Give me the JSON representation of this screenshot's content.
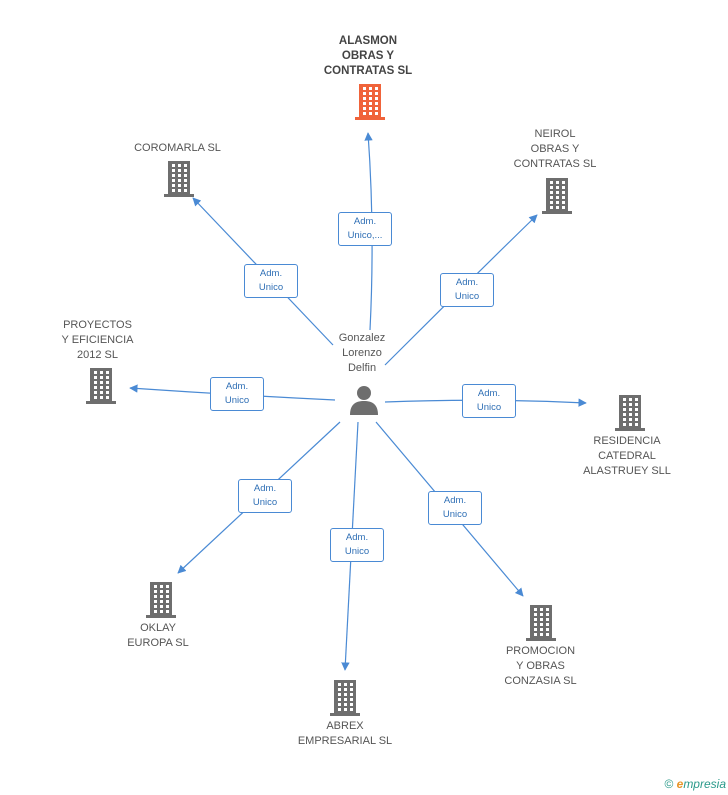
{
  "center": {
    "name": "Gonzalez\nLorenzo\nDelfin"
  },
  "companies": [
    {
      "id": "alasmon",
      "name": "ALASMON\nOBRAS Y\nCONTRATAS SL",
      "highlight": true,
      "edge_label": "Adm.\nUnico,..."
    },
    {
      "id": "coromarla",
      "name": "COROMARLA SL",
      "highlight": false,
      "edge_label": "Adm.\nUnico"
    },
    {
      "id": "neirol",
      "name": "NEIROL\nOBRAS Y\nCONTRATAS SL",
      "highlight": false,
      "edge_label": "Adm.\nUnico"
    },
    {
      "id": "proyectos",
      "name": "PROYECTOS\nY EFICIENCIA\n2012 SL",
      "highlight": false,
      "edge_label": "Adm.\nUnico"
    },
    {
      "id": "residencia",
      "name": "RESIDENCIA\nCATEDRAL\nALASTRUEY SLL",
      "highlight": false,
      "edge_label": "Adm.\nUnico"
    },
    {
      "id": "oklay",
      "name": "OKLAY\nEUROPA SL",
      "highlight": false,
      "edge_label": "Adm.\nUnico"
    },
    {
      "id": "abrex",
      "name": "ABREX\nEMPRESARIAL SL",
      "highlight": false,
      "edge_label": "Adm.\nUnico"
    },
    {
      "id": "promocion",
      "name": "PROMOCION\nY OBRAS\nCONZASIA SL",
      "highlight": false,
      "edge_label": "Adm.\nUnico"
    }
  ],
  "footer": {
    "copyright": "©",
    "brand_initial": "e",
    "brand_rest": "mpresia"
  },
  "colors": {
    "edge": "#4a8ad4",
    "building": "#6e6e6e",
    "building_highlight": "#f0633a",
    "person": "#6e6e6e"
  }
}
